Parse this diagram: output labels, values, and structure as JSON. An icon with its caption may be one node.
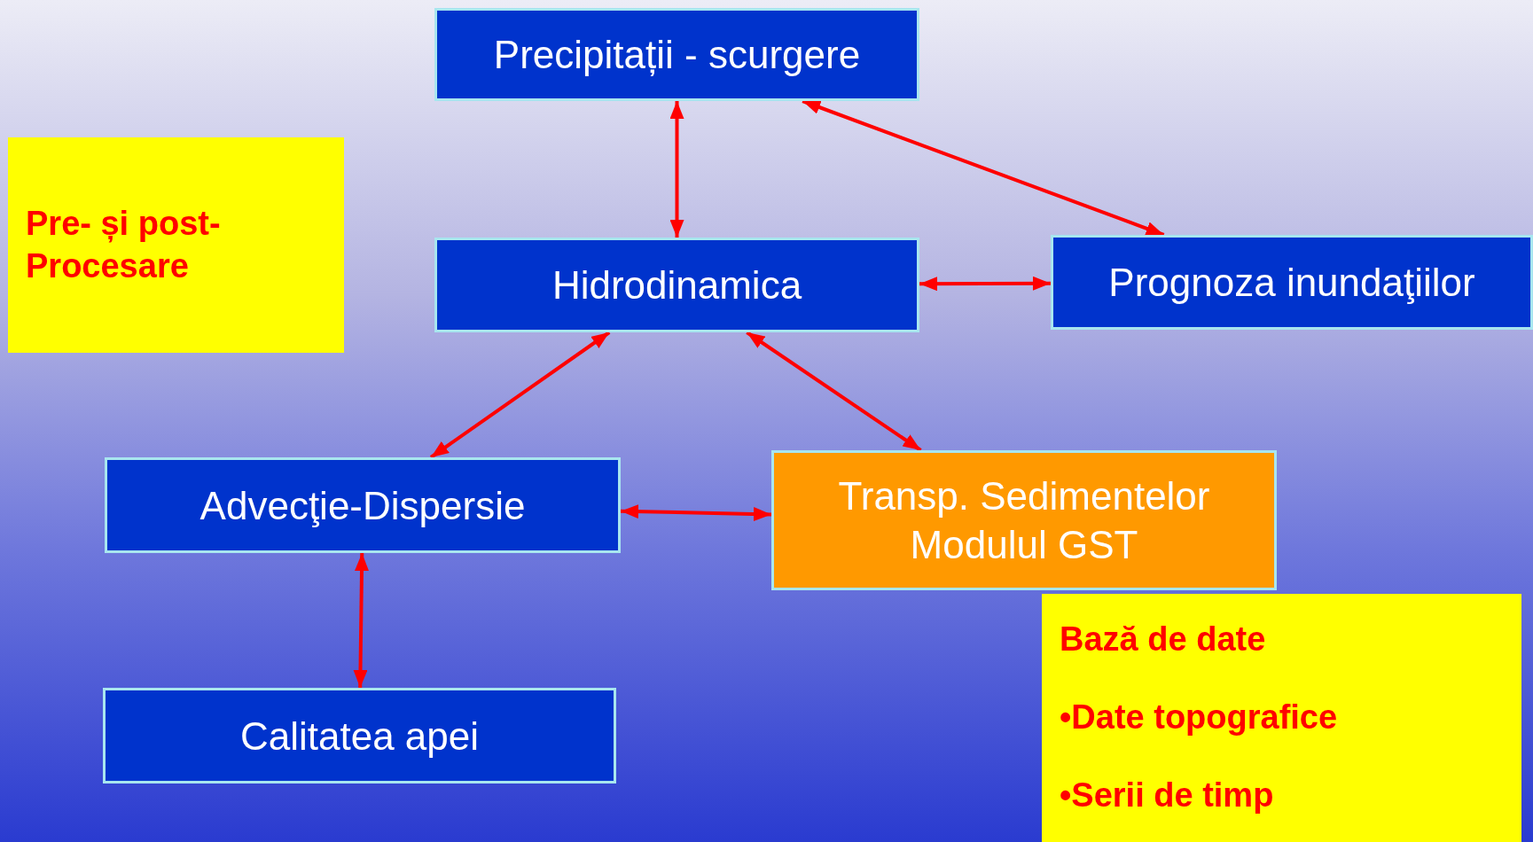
{
  "diagram": {
    "nodes": [
      {
        "text": [
          "Precipitații - scurgere"
        ]
      },
      {
        "text": [
          "Hidrodinamica"
        ]
      },
      {
        "text": [
          "Prognoza inundaţiilor"
        ]
      },
      {
        "text": [
          "Advecţie-Dispersie"
        ]
      },
      {
        "text": [
          "Transp. Sedimentelor Modulul GST"
        ]
      },
      {
        "text": [
          "Calitatea apei"
        ]
      },
      {
        "text": [
          "Pre- și post- Procesare"
        ]
      },
      {
        "text": [
          "Bază de date",
          "•Date topografice",
          "•Serii de timp"
        ]
      }
    ],
    "edges": [
      {
        "from": 0,
        "to": 1,
        "arrow": "both"
      },
      {
        "from": 0,
        "to": 2,
        "arrow": "both"
      },
      {
        "from": 1,
        "to": 2,
        "arrow": "both"
      },
      {
        "from": 1,
        "to": 3,
        "arrow": "both"
      },
      {
        "from": 1,
        "to": 4,
        "arrow": "both"
      },
      {
        "from": 3,
        "to": 4,
        "arrow": "both"
      },
      {
        "from": 3,
        "to": 5,
        "arrow": "both"
      }
    ]
  }
}
